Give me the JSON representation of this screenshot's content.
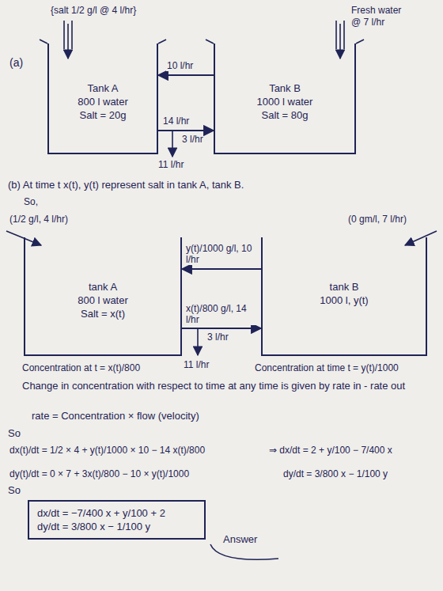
{
  "diagram": {
    "nodes": [
      {
        "text": [
          "Tank A",
          "800 l water",
          "Salt = 20g"
        ]
      },
      {
        "text": [
          "Tank B",
          "1000 l water",
          "Salt = 80g"
        ]
      },
      {
        "text": [
          "tank A",
          "800 l water",
          "Salt = x(t)"
        ]
      },
      {
        "text": [
          "tank B",
          "1000 l, y(t)"
        ]
      },
      {
        "text": [
          "dx/dt = −7/400 x + y/100 + 2",
          "dy/dt = 3/800 x − 1/100 y"
        ]
      }
    ],
    "edges": [
      {
        "from": 1,
        "to": 0,
        "label": "10 l/hr",
        "arrow": "to"
      },
      {
        "from": 0,
        "to": 1,
        "label": "14 l/hr",
        "arrow": "to"
      },
      {
        "from": 3,
        "to": 2,
        "label": "y(t)/1000 g/l, 10 l/hr",
        "arrow": "to"
      },
      {
        "from": 2,
        "to": 3,
        "label": "x(t)/800 g/l, 14 l/hr",
        "arrow": "to"
      }
    ],
    "labels": [
      "(a)",
      "{salt 1/2 g/l @ 4 l/hr}",
      "Fresh water @ 7 l/hr",
      "3 l/hr",
      "11 l/hr",
      "(b) At time t x(t), y(t) represent salt in tank A, tank B.",
      "So,",
      "(1/2 g/l, 4 l/hr)",
      "(0 gm/l, 7 l/hr)",
      "3 l/hr",
      "11 l/hr",
      "Concentration at t = x(t)/800",
      "Concentration at time t = y(t)/1000",
      "Change in concentration with respect to time at any time is given by rate in - rate out",
      "rate = Concentration × flow (velocity)",
      "So",
      "dx(t)/dt = 1/2 × 4 + y(t)/1000 × 10 − 14 x(t)/800",
      "⇒ dx/dt = 2 + y/100 − 7/400 x",
      "dy(t)/dt = 0 × 7 + 3x(t)/800 − 10 × y(t)/1000",
      "dy/dt = 3/800 x − 1/100 y",
      "So",
      "Answer"
    ]
  }
}
